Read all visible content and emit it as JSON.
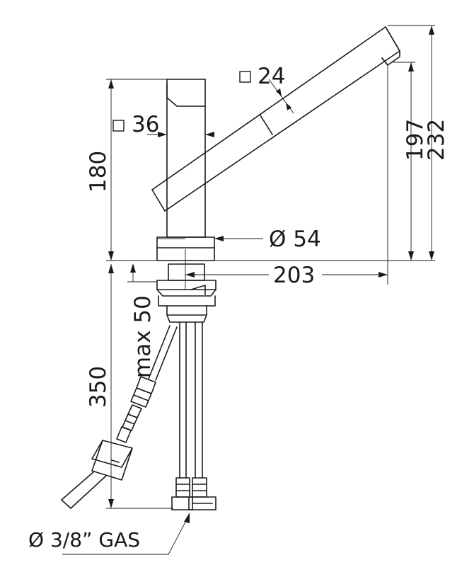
{
  "dimensions": {
    "spout_width": "24",
    "body_width": "36",
    "body_height": "180",
    "spout_height": "197",
    "total_height": "232",
    "base_diameter": "Ø 54",
    "spout_reach": "203",
    "max_counter_thickness": "max 50",
    "hose_length": "350",
    "connection": "Ø 3/8” GAS"
  }
}
